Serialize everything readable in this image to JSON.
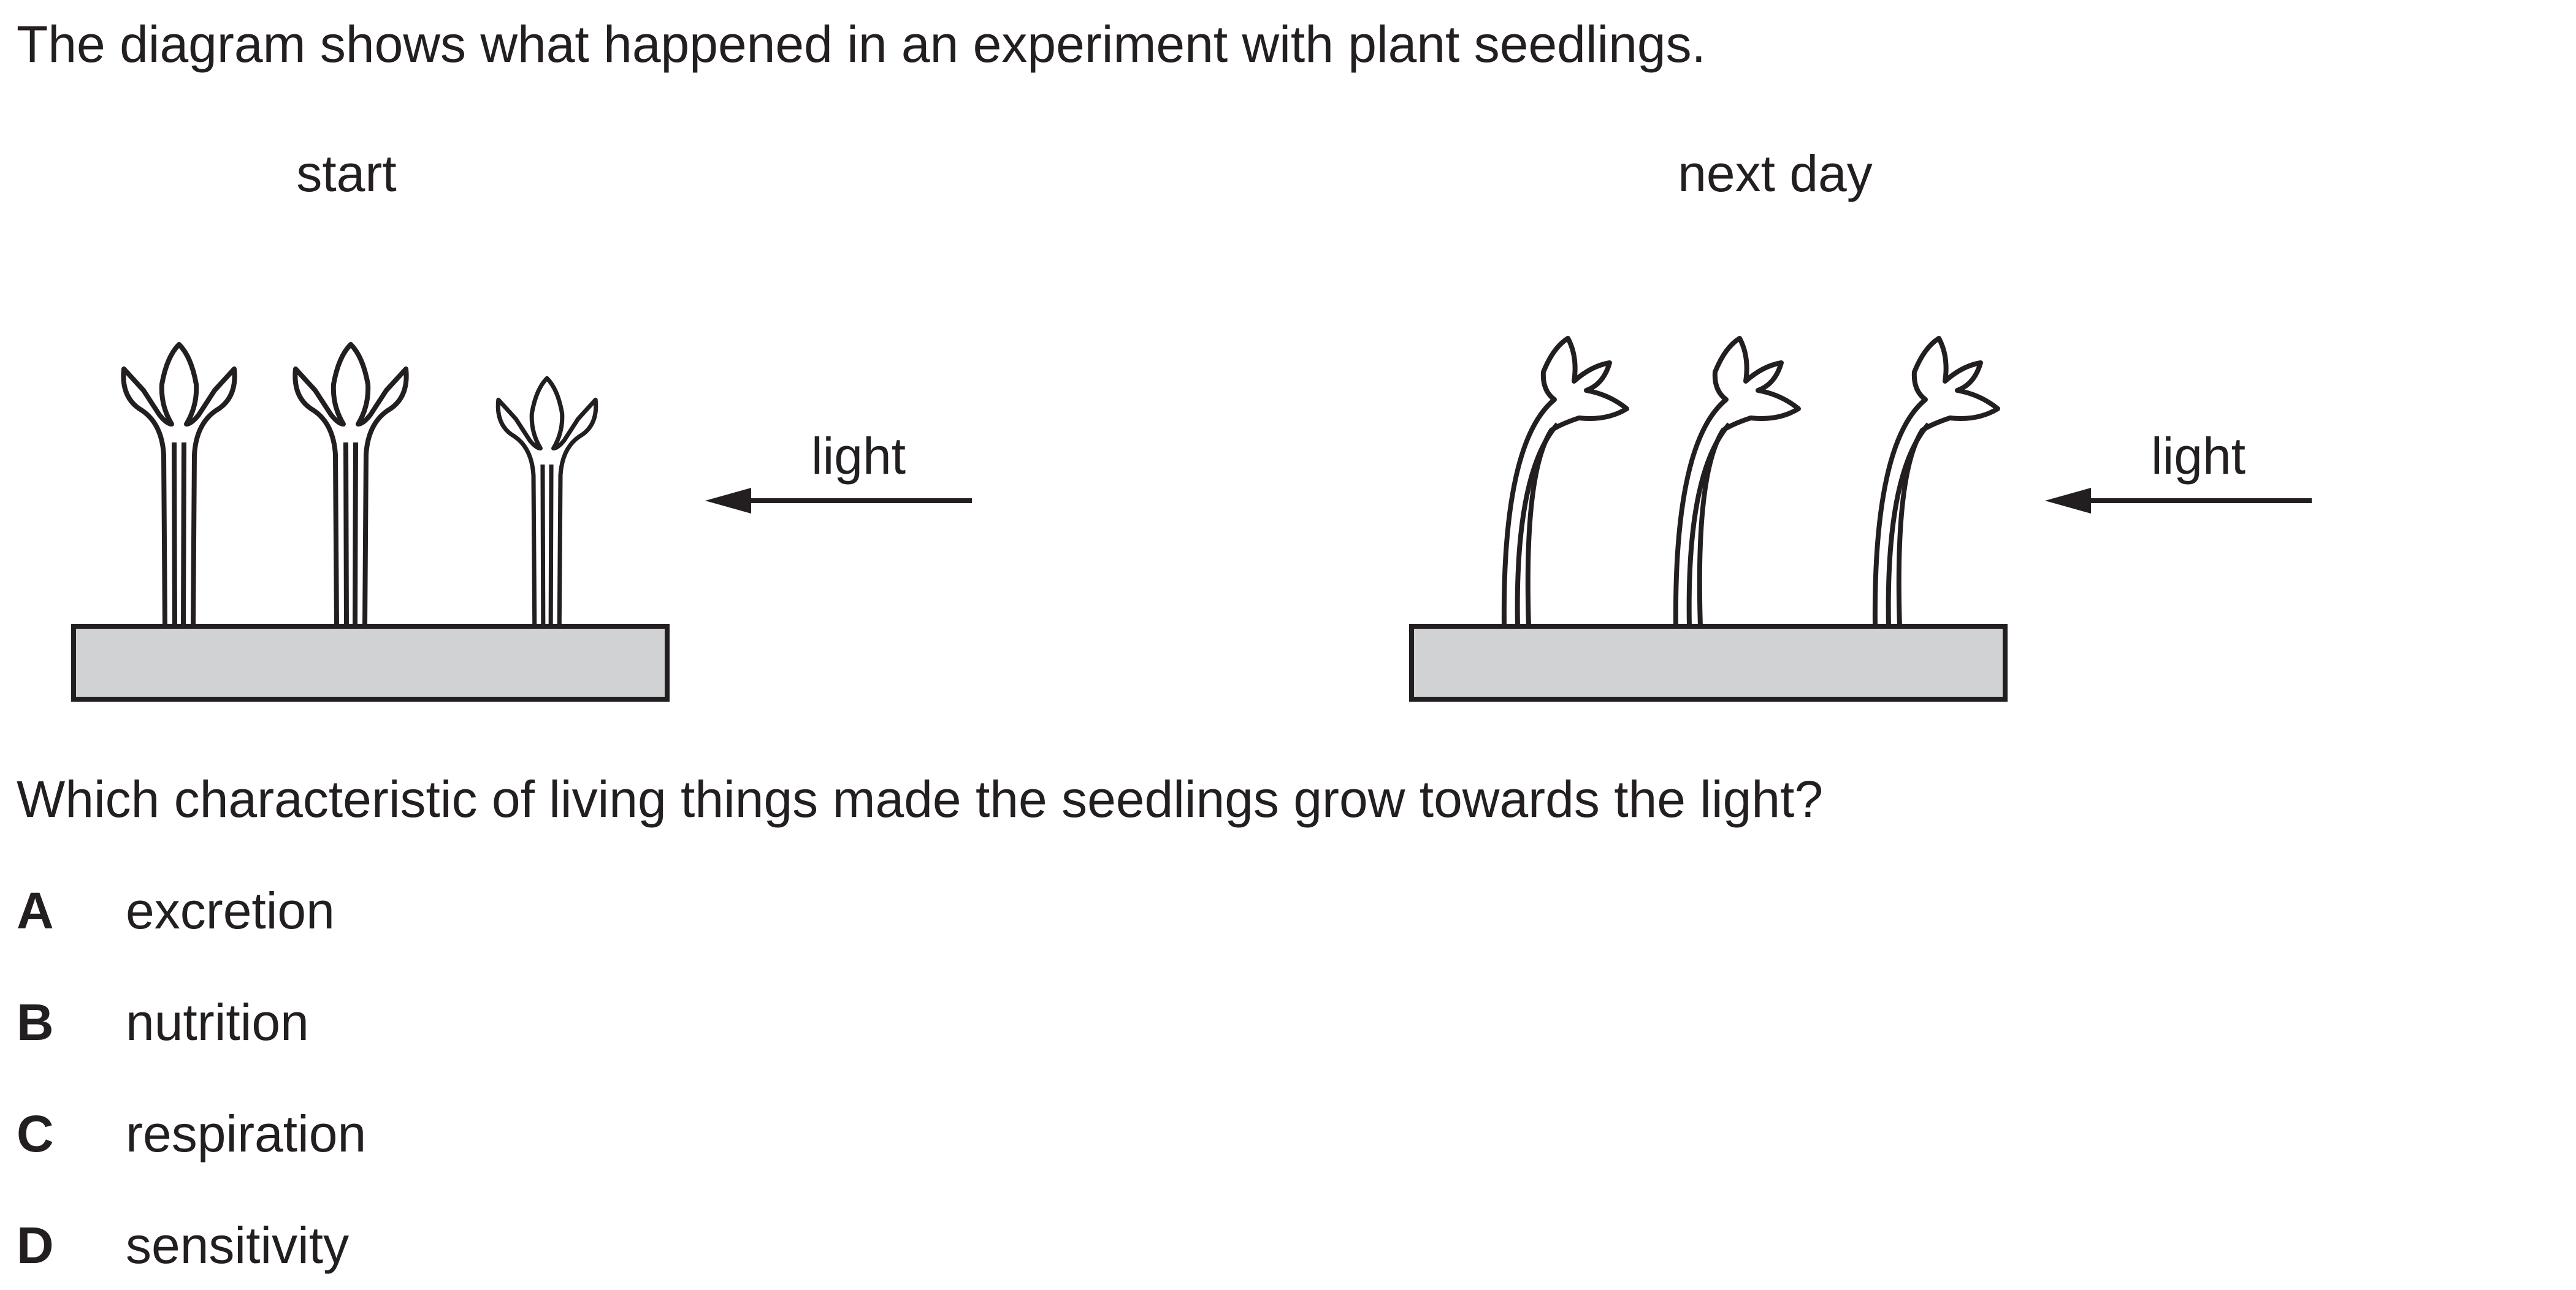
{
  "question": {
    "intro": "The diagram shows what happened in an experiment with plant seedlings.",
    "prompt": "Which characteristic of living things made the seedlings grow towards the light?"
  },
  "diagram": {
    "panels": [
      {
        "title": "start",
        "light_label": "light"
      },
      {
        "title": "next day",
        "light_label": "light"
      }
    ],
    "colors": {
      "tray_fill": "#d1d2d4",
      "line": "#231f20"
    }
  },
  "options": [
    {
      "letter": "A",
      "text": "excretion"
    },
    {
      "letter": "B",
      "text": "nutrition"
    },
    {
      "letter": "C",
      "text": "respiration"
    },
    {
      "letter": "D",
      "text": "sensitivity"
    }
  ]
}
